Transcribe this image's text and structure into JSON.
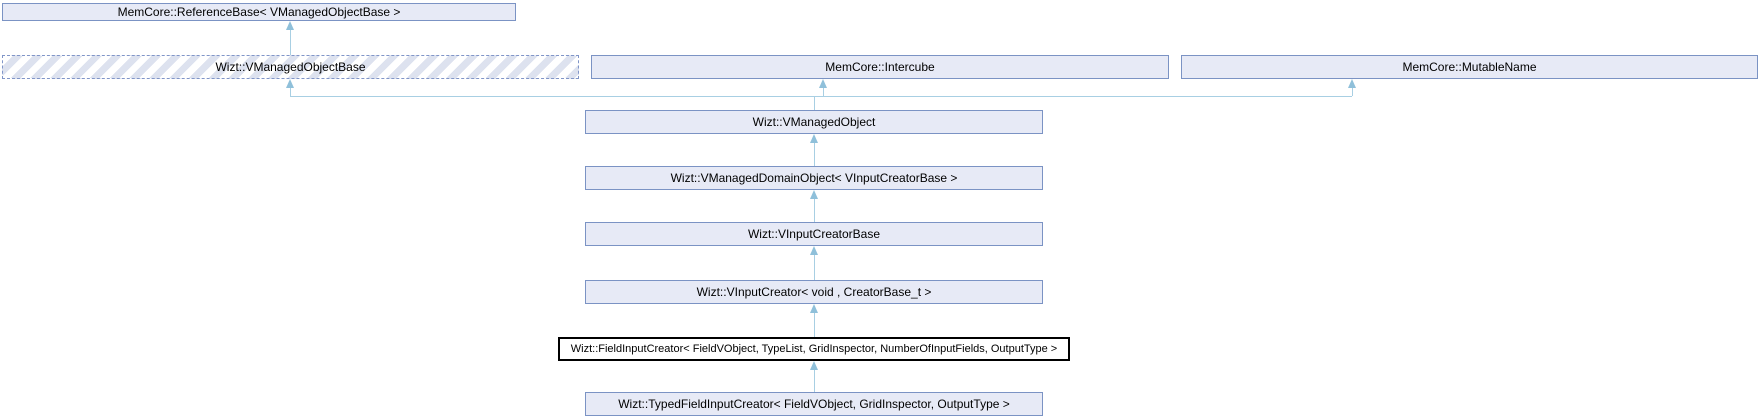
{
  "diagram": {
    "kind": "class-inheritance-graph",
    "nodes": {
      "referencebase": {
        "label": "MemCore::ReferenceBase< VManagedObjectBase >",
        "style": "linked"
      },
      "vmanagedobjectbase": {
        "label": "Wizt::VManagedObjectBase",
        "style": "external-hatched"
      },
      "intercube": {
        "label": "MemCore::Intercube",
        "style": "linked"
      },
      "mutablename": {
        "label": "MemCore::MutableName",
        "style": "linked"
      },
      "vmanagedobject": {
        "label": "Wizt::VManagedObject",
        "style": "linked"
      },
      "vmanageddomainobject": {
        "label": "Wizt::VManagedDomainObject< VInputCreatorBase >",
        "style": "linked"
      },
      "vinputcreatorbase": {
        "label": "Wizt::VInputCreatorBase",
        "style": "linked"
      },
      "vinputcreator": {
        "label": "Wizt::VInputCreator< void , CreatorBase_t >",
        "style": "linked"
      },
      "fieldinputcreator": {
        "label": "Wizt::FieldInputCreator< FieldVObject, TypeList, GridInspector, NumberOfInputFields, OutputType >",
        "style": "current-class"
      },
      "typedfieldinputcreator": {
        "label": "Wizt::TypedFieldInputCreator< FieldVObject, GridInspector, OutputType >",
        "style": "linked"
      }
    },
    "edges": [
      {
        "from": "Wizt::VManagedObjectBase",
        "to": "MemCore::ReferenceBase< VManagedObjectBase >"
      },
      {
        "from": "Wizt::VManagedObject",
        "to": "Wizt::VManagedObjectBase"
      },
      {
        "from": "Wizt::VManagedObject",
        "to": "MemCore::Intercube"
      },
      {
        "from": "Wizt::VManagedObject",
        "to": "MemCore::MutableName"
      },
      {
        "from": "Wizt::VManagedDomainObject< VInputCreatorBase >",
        "to": "Wizt::VManagedObject"
      },
      {
        "from": "Wizt::VInputCreatorBase",
        "to": "Wizt::VManagedDomainObject< VInputCreatorBase >"
      },
      {
        "from": "Wizt::VInputCreator< void , CreatorBase_t >",
        "to": "Wizt::VInputCreatorBase"
      },
      {
        "from": "Wizt::FieldInputCreator< FieldVObject, TypeList, GridInspector, NumberOfInputFields, OutputType >",
        "to": "Wizt::VInputCreator< void , CreatorBase_t >"
      },
      {
        "from": "Wizt::TypedFieldInputCreator< FieldVObject, GridInspector, OutputType >",
        "to": "Wizt::FieldInputCreator< FieldVObject, TypeList, GridInspector, NumberOfInputFields, OutputType >"
      }
    ],
    "colors": {
      "node_fill": "#e7eaf6",
      "node_border": "#7b93c4",
      "external_node_border": "#8095c8",
      "external_hatch_stripe": "#dde2ef",
      "current_node_fill": "#ffffff",
      "current_node_border": "#000000",
      "edge_line": "#a8cfe3",
      "edge_arrowhead": "#8fc0da",
      "text": "#000000",
      "background": "#ffffff"
    }
  }
}
